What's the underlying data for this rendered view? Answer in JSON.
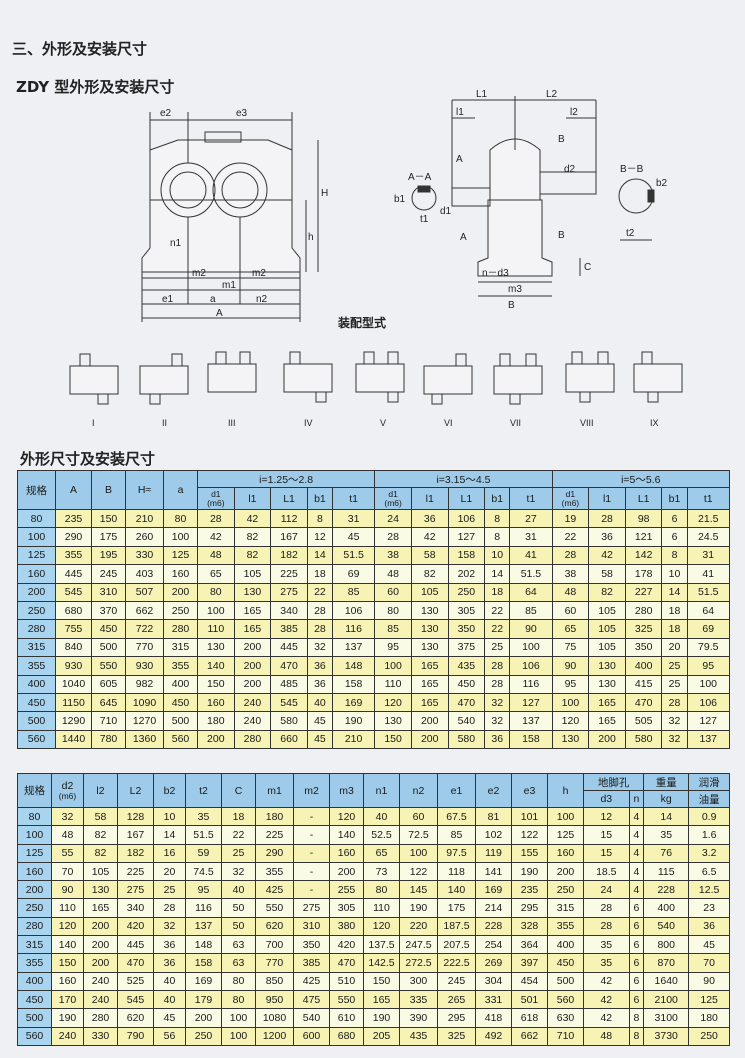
{
  "section_title": "三、外形及安装尺寸",
  "model_title": "ZDY 型外形及安装尺寸",
  "assembly_title": "装配型式",
  "table_title": "外形尺寸及安装尺寸",
  "front_labels": {
    "e2": "e2",
    "e3": "e3",
    "H": "H",
    "h": "h",
    "n1": "n1",
    "m2a": "m2",
    "m2b": "m2",
    "m1": "m1",
    "e1": "e1",
    "a": "a",
    "n2": "n2",
    "A": "A"
  },
  "side_labels": {
    "L1": "L1",
    "L2": "L2",
    "l1": "l1",
    "l2": "l2",
    "A_top": "A",
    "A_bot": "A",
    "AA": "A－A",
    "B_top": "B",
    "B_bot": "B",
    "d2": "d2",
    "b1": "b1",
    "d1": "d1",
    "t1": "t1",
    "C": "C",
    "n_d3": "n－d3",
    "m3": "m3",
    "B": "B",
    "BB": "B－B",
    "b2": "b2",
    "t2": "t2"
  },
  "assembly_types": [
    "I",
    "II",
    "III",
    "IV",
    "V",
    "VI",
    "VII",
    "VIII",
    "IX"
  ],
  "table1": {
    "headers": {
      "spec": "规格",
      "A": "A",
      "B": "B",
      "H": "H≈",
      "a": "a"
    },
    "groups": [
      "i=1.25～2.8",
      "i=3.15～4.5",
      "i=5～5.6"
    ],
    "sub": {
      "d1": "d1",
      "m6": "(m6)",
      "l1": "l1",
      "L1": "L1",
      "b1": "b1",
      "t1": "t1"
    },
    "rows": [
      [
        "80",
        "235",
        "150",
        "210",
        "80",
        "28",
        "42",
        "112",
        "8",
        "31",
        "24",
        "36",
        "106",
        "8",
        "27",
        "19",
        "28",
        "98",
        "6",
        "21.5"
      ],
      [
        "100",
        "290",
        "175",
        "260",
        "100",
        "42",
        "82",
        "167",
        "12",
        "45",
        "28",
        "42",
        "127",
        "8",
        "31",
        "22",
        "36",
        "121",
        "6",
        "24.5"
      ],
      [
        "125",
        "355",
        "195",
        "330",
        "125",
        "48",
        "82",
        "182",
        "14",
        "51.5",
        "38",
        "58",
        "158",
        "10",
        "41",
        "28",
        "42",
        "142",
        "8",
        "31"
      ],
      [
        "160",
        "445",
        "245",
        "403",
        "160",
        "65",
        "105",
        "225",
        "18",
        "69",
        "48",
        "82",
        "202",
        "14",
        "51.5",
        "38",
        "58",
        "178",
        "10",
        "41"
      ],
      [
        "200",
        "545",
        "310",
        "507",
        "200",
        "80",
        "130",
        "275",
        "22",
        "85",
        "60",
        "105",
        "250",
        "18",
        "64",
        "48",
        "82",
        "227",
        "14",
        "51.5"
      ],
      [
        "250",
        "680",
        "370",
        "662",
        "250",
        "100",
        "165",
        "340",
        "28",
        "106",
        "80",
        "130",
        "305",
        "22",
        "85",
        "60",
        "105",
        "280",
        "18",
        "64"
      ],
      [
        "280",
        "755",
        "450",
        "722",
        "280",
        "110",
        "165",
        "385",
        "28",
        "116",
        "85",
        "130",
        "350",
        "22",
        "90",
        "65",
        "105",
        "325",
        "18",
        "69"
      ],
      [
        "315",
        "840",
        "500",
        "770",
        "315",
        "130",
        "200",
        "445",
        "32",
        "137",
        "95",
        "130",
        "375",
        "25",
        "100",
        "75",
        "105",
        "350",
        "20",
        "79.5"
      ],
      [
        "355",
        "930",
        "550",
        "930",
        "355",
        "140",
        "200",
        "470",
        "36",
        "148",
        "100",
        "165",
        "435",
        "28",
        "106",
        "90",
        "130",
        "400",
        "25",
        "95"
      ],
      [
        "400",
        "1040",
        "605",
        "982",
        "400",
        "150",
        "200",
        "485",
        "36",
        "158",
        "110",
        "165",
        "450",
        "28",
        "116",
        "95",
        "130",
        "415",
        "25",
        "100"
      ],
      [
        "450",
        "1150",
        "645",
        "1090",
        "450",
        "160",
        "240",
        "545",
        "40",
        "169",
        "120",
        "165",
        "470",
        "32",
        "127",
        "100",
        "165",
        "470",
        "28",
        "106"
      ],
      [
        "500",
        "1290",
        "710",
        "1270",
        "500",
        "180",
        "240",
        "580",
        "45",
        "190",
        "130",
        "200",
        "540",
        "32",
        "137",
        "120",
        "165",
        "505",
        "32",
        "127"
      ],
      [
        "560",
        "1440",
        "780",
        "1360",
        "560",
        "200",
        "280",
        "660",
        "45",
        "210",
        "150",
        "200",
        "580",
        "36",
        "158",
        "130",
        "200",
        "580",
        "32",
        "137"
      ]
    ]
  },
  "table2": {
    "headers": {
      "spec": "规格",
      "d2": "d2",
      "m6": "(m6)",
      "l2": "l2",
      "L2": "L2",
      "b2": "b2",
      "t2": "t2",
      "C": "C",
      "m1": "m1",
      "m2": "m2",
      "m3": "m3",
      "n1": "n1",
      "n2": "n2",
      "e1": "e1",
      "e2": "e2",
      "e3": "e3",
      "h": "h",
      "foot": "地脚孔",
      "d3": "d3",
      "n": "n",
      "weight": "重量",
      "kg": "kg",
      "oil1": "润滑",
      "oil2": "油量"
    },
    "rows": [
      [
        "80",
        "32",
        "58",
        "128",
        "10",
        "35",
        "18",
        "180",
        "-",
        "120",
        "40",
        "60",
        "67.5",
        "81",
        "101",
        "100",
        "12",
        "4",
        "14",
        "0.9"
      ],
      [
        "100",
        "48",
        "82",
        "167",
        "14",
        "51.5",
        "22",
        "225",
        "-",
        "140",
        "52.5",
        "72.5",
        "85",
        "102",
        "122",
        "125",
        "15",
        "4",
        "35",
        "1.6"
      ],
      [
        "125",
        "55",
        "82",
        "182",
        "16",
        "59",
        "25",
        "290",
        "-",
        "160",
        "65",
        "100",
        "97.5",
        "119",
        "155",
        "160",
        "15",
        "4",
        "76",
        "3.2"
      ],
      [
        "160",
        "70",
        "105",
        "225",
        "20",
        "74.5",
        "32",
        "355",
        "-",
        "200",
        "73",
        "122",
        "118",
        "141",
        "190",
        "200",
        "18.5",
        "4",
        "115",
        "6.5"
      ],
      [
        "200",
        "90",
        "130",
        "275",
        "25",
        "95",
        "40",
        "425",
        "-",
        "255",
        "80",
        "145",
        "140",
        "169",
        "235",
        "250",
        "24",
        "4",
        "228",
        "12.5"
      ],
      [
        "250",
        "110",
        "165",
        "340",
        "28",
        "116",
        "50",
        "550",
        "275",
        "305",
        "110",
        "190",
        "175",
        "214",
        "295",
        "315",
        "28",
        "6",
        "400",
        "23"
      ],
      [
        "280",
        "120",
        "200",
        "420",
        "32",
        "137",
        "50",
        "620",
        "310",
        "380",
        "120",
        "220",
        "187.5",
        "228",
        "328",
        "355",
        "28",
        "6",
        "540",
        "36"
      ],
      [
        "315",
        "140",
        "200",
        "445",
        "36",
        "148",
        "63",
        "700",
        "350",
        "420",
        "137.5",
        "247.5",
        "207.5",
        "254",
        "364",
        "400",
        "35",
        "6",
        "800",
        "45"
      ],
      [
        "355",
        "150",
        "200",
        "470",
        "36",
        "158",
        "63",
        "770",
        "385",
        "470",
        "142.5",
        "272.5",
        "222.5",
        "269",
        "397",
        "450",
        "35",
        "6",
        "870",
        "70"
      ],
      [
        "400",
        "160",
        "240",
        "525",
        "40",
        "169",
        "80",
        "850",
        "425",
        "510",
        "150",
        "300",
        "245",
        "304",
        "454",
        "500",
        "42",
        "6",
        "1640",
        "90"
      ],
      [
        "450",
        "170",
        "240",
        "545",
        "40",
        "179",
        "80",
        "950",
        "475",
        "550",
        "165",
        "335",
        "265",
        "331",
        "501",
        "560",
        "42",
        "6",
        "2100",
        "125"
      ],
      [
        "500",
        "190",
        "280",
        "620",
        "45",
        "200",
        "100",
        "1080",
        "540",
        "610",
        "190",
        "390",
        "295",
        "418",
        "618",
        "630",
        "42",
        "8",
        "3100",
        "180"
      ],
      [
        "560",
        "240",
        "330",
        "790",
        "56",
        "250",
        "100",
        "1200",
        "600",
        "680",
        "205",
        "435",
        "325",
        "492",
        "662",
        "710",
        "48",
        "8",
        "3730",
        "250"
      ]
    ]
  }
}
